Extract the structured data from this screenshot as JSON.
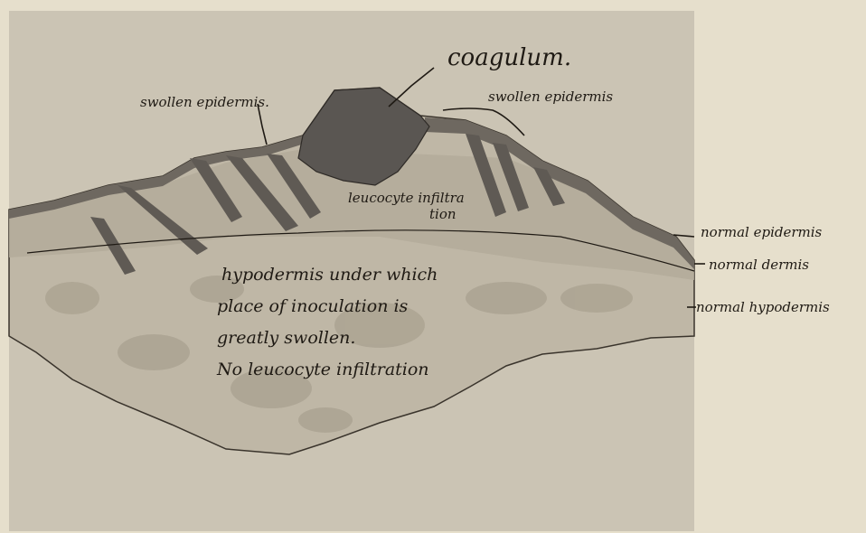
{
  "colors": {
    "page": "#e6dfcc",
    "plate": "#cbc4b4",
    "tissue": "#c2baa9",
    "epidermis": "#6e6860",
    "coagulum": "#5a5652",
    "ink": "#1f1a14"
  },
  "labels": {
    "coagulum": "coagulum.",
    "swollen_epidermis_left": "swollen epidermis.",
    "swollen_epidermis_right": "swollen epidermis",
    "leucocyte_infiltration_1": "leucocyte infiltra",
    "leucocyte_infiltration_2": "tion",
    "normal_epidermis": "normal epidermis",
    "normal_dermis": "normal dermis",
    "normal_hypodermis": "normal hypodermis"
  },
  "note": {
    "line1": "hypodermis under which",
    "line2": "place of inoculation is",
    "line3": "greatly swollen.",
    "line4": "No leucocyte infiltration"
  }
}
